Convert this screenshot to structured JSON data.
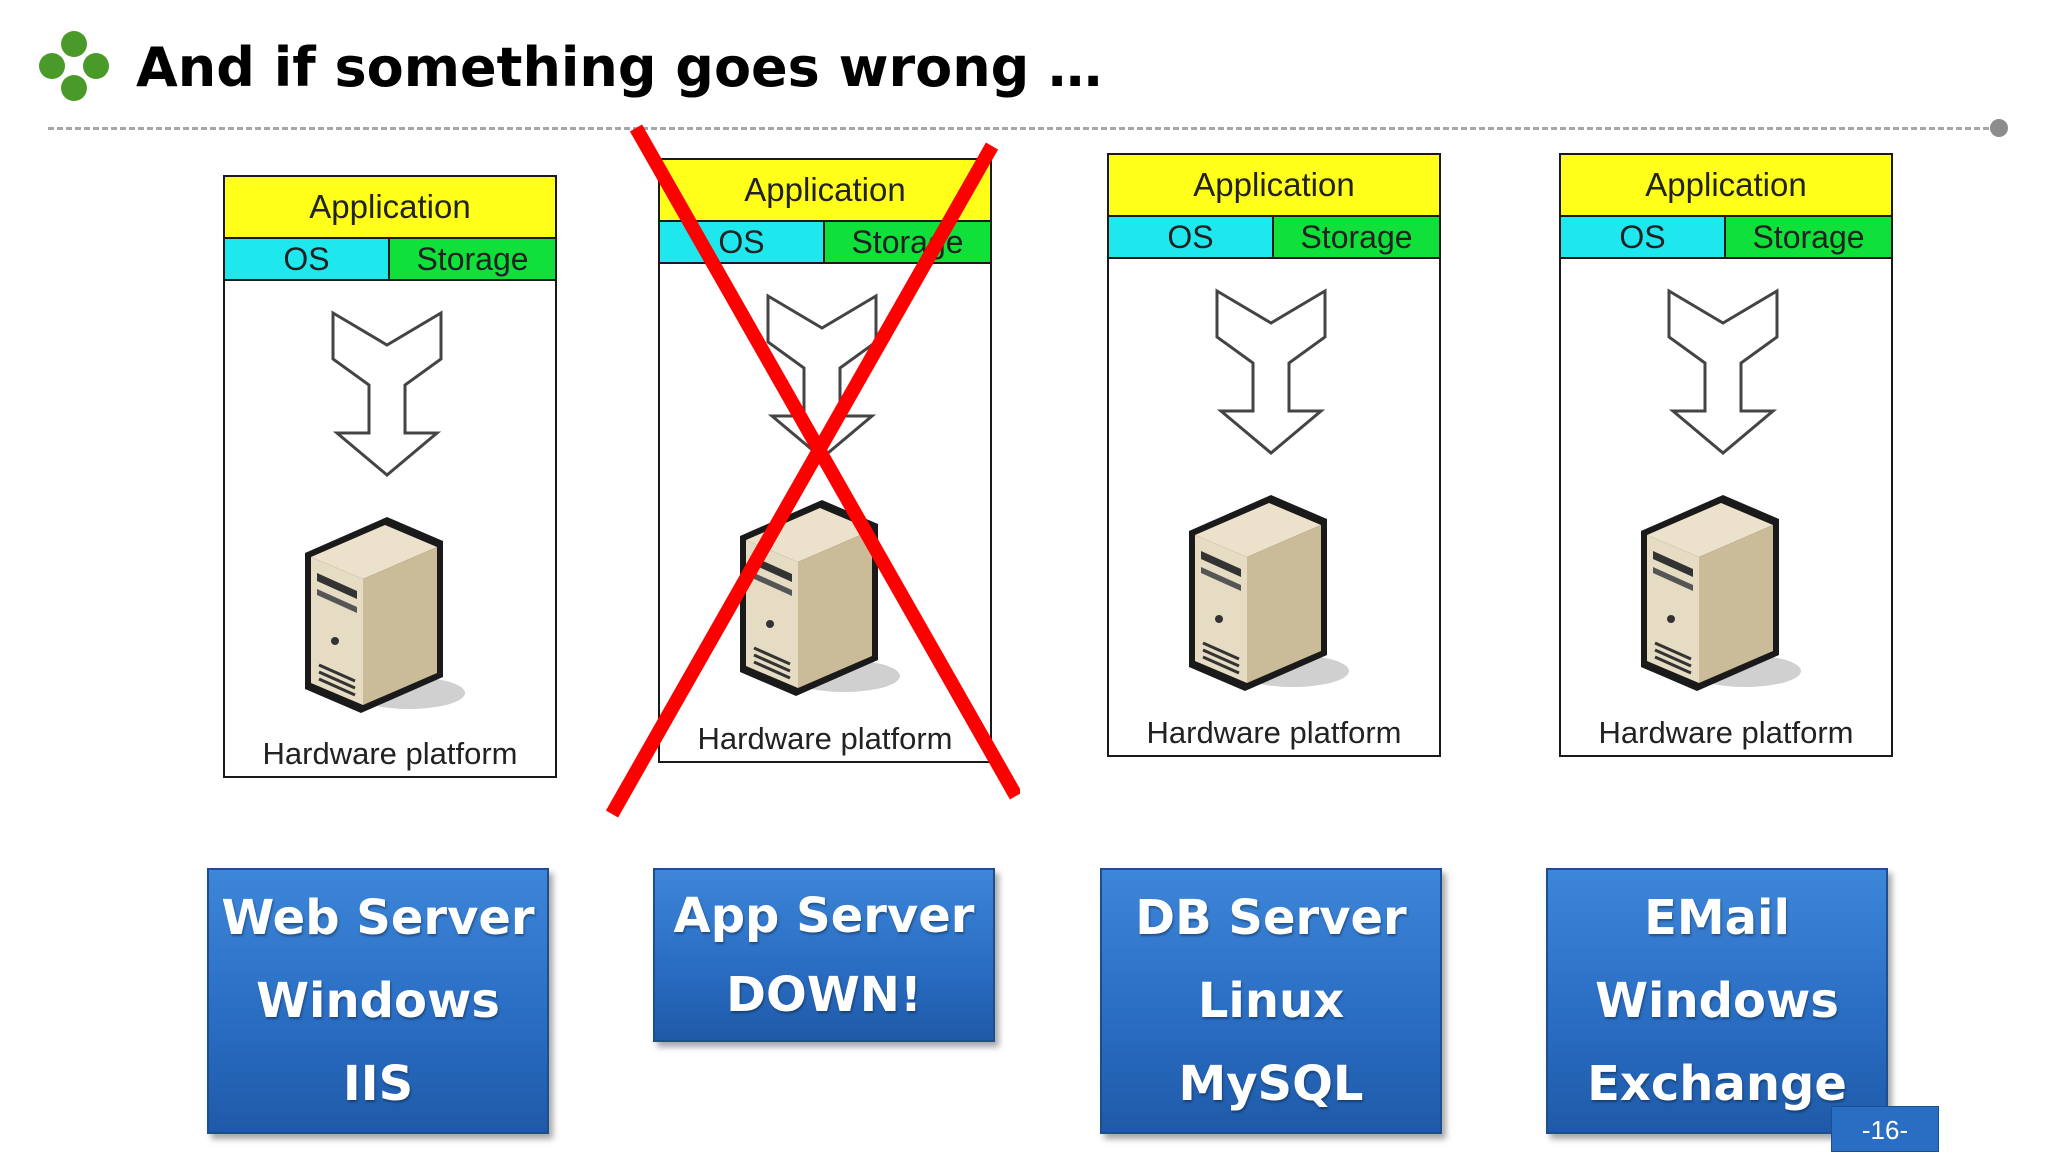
{
  "header": {
    "title": "And if something goes wrong …",
    "icon": "green-clover-bullet-icon"
  },
  "stack_layers": {
    "application": "Application",
    "os": "OS",
    "storage": "Storage",
    "hardware": "Hardware platform"
  },
  "stacks": [
    {
      "id": "web",
      "crossed": false
    },
    {
      "id": "app",
      "crossed": true
    },
    {
      "id": "db",
      "crossed": false
    },
    {
      "id": "email",
      "crossed": false
    }
  ],
  "servers": [
    {
      "lines": [
        "Web Server",
        "Windows",
        "IIS"
      ]
    },
    {
      "lines": [
        "App Server",
        "DOWN!"
      ]
    },
    {
      "lines": [
        "DB Server",
        "Linux",
        "MySQL"
      ]
    },
    {
      "lines": [
        "EMail",
        "Windows",
        "Exchange"
      ]
    }
  ],
  "footer": {
    "page_number": "-16-"
  },
  "colors": {
    "application_layer": "#ffff1a",
    "os_layer": "#1ee8ee",
    "storage_layer": "#10e03a",
    "server_box": "#2a6ec4",
    "failure_cross": "#ff0000",
    "bullet": "#4a9a2a"
  }
}
